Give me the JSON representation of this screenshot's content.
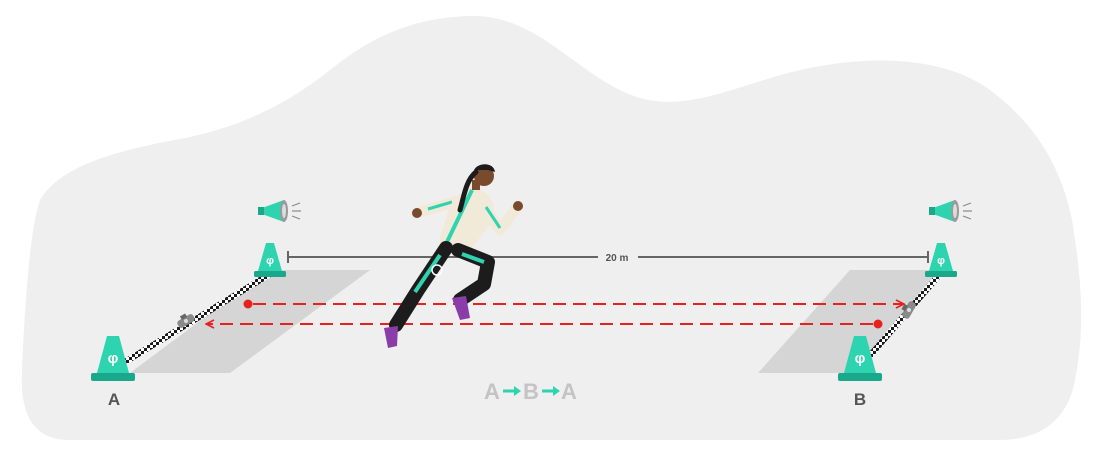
{
  "colors": {
    "background_blob": "#efefef",
    "zone": "#d5d5d5",
    "cone": "#2ed3b0",
    "cone_dark": "#1aa88a",
    "path": "#e8201e",
    "measure": "#666666",
    "sequence_letters": "#c4c4c4",
    "sequence_arrows": "#2ed3b0",
    "point_labels": "#555555",
    "tape_dark": "#1a1a1a",
    "runner_top": "#f2ead8",
    "runner_accent": "#2ed3b0",
    "runner_dark": "#1c1c1c",
    "runner_skin": "#7a4a2c",
    "shoes": "#8a3ca8"
  },
  "diagram": {
    "distance_label": "20 m",
    "point_a_label": "A",
    "point_b_label": "B",
    "sequence": [
      "A",
      "B",
      "A"
    ],
    "cone_symbol": "φ",
    "icons": [
      "megaphone-icon",
      "megaphone-icon",
      "stopwatch-icon",
      "stopwatch-icon",
      "cone-icon",
      "cone-icon",
      "cone-icon",
      "cone-icon",
      "runner-figure"
    ]
  }
}
